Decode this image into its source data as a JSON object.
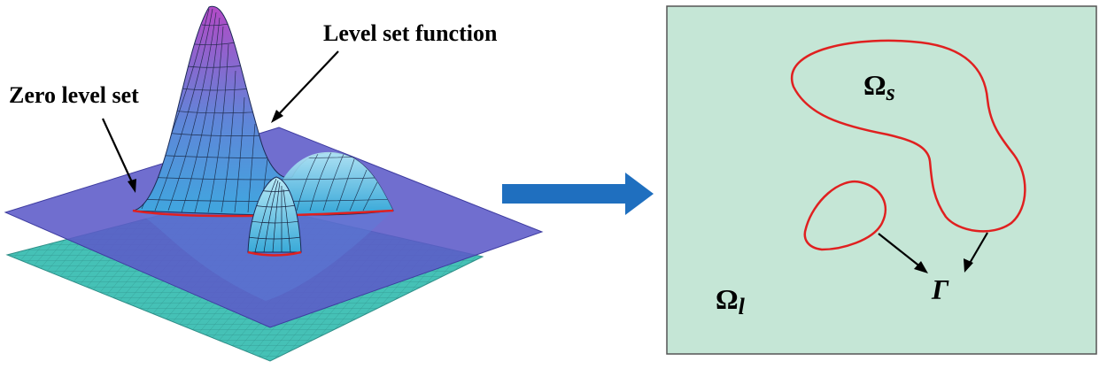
{
  "left_panel": {
    "label_level_set_function": "Level set function",
    "label_zero_level_set": "Zero level set"
  },
  "right_panel": {
    "omega_s_base": "Ω",
    "omega_s_sub": "s",
    "omega_l_base": "Ω",
    "omega_l_sub": "l",
    "gamma": "Γ"
  },
  "colors": {
    "zero_plane": "#5a58c4",
    "mesh_plane": "#3fb9ae",
    "surface_base": "#47aee0",
    "surface_peak": "#b44bc5",
    "interface_red": "#e02020",
    "transition_arrow": "#1f6fbf",
    "domain_fill": "#c5e6d6"
  }
}
